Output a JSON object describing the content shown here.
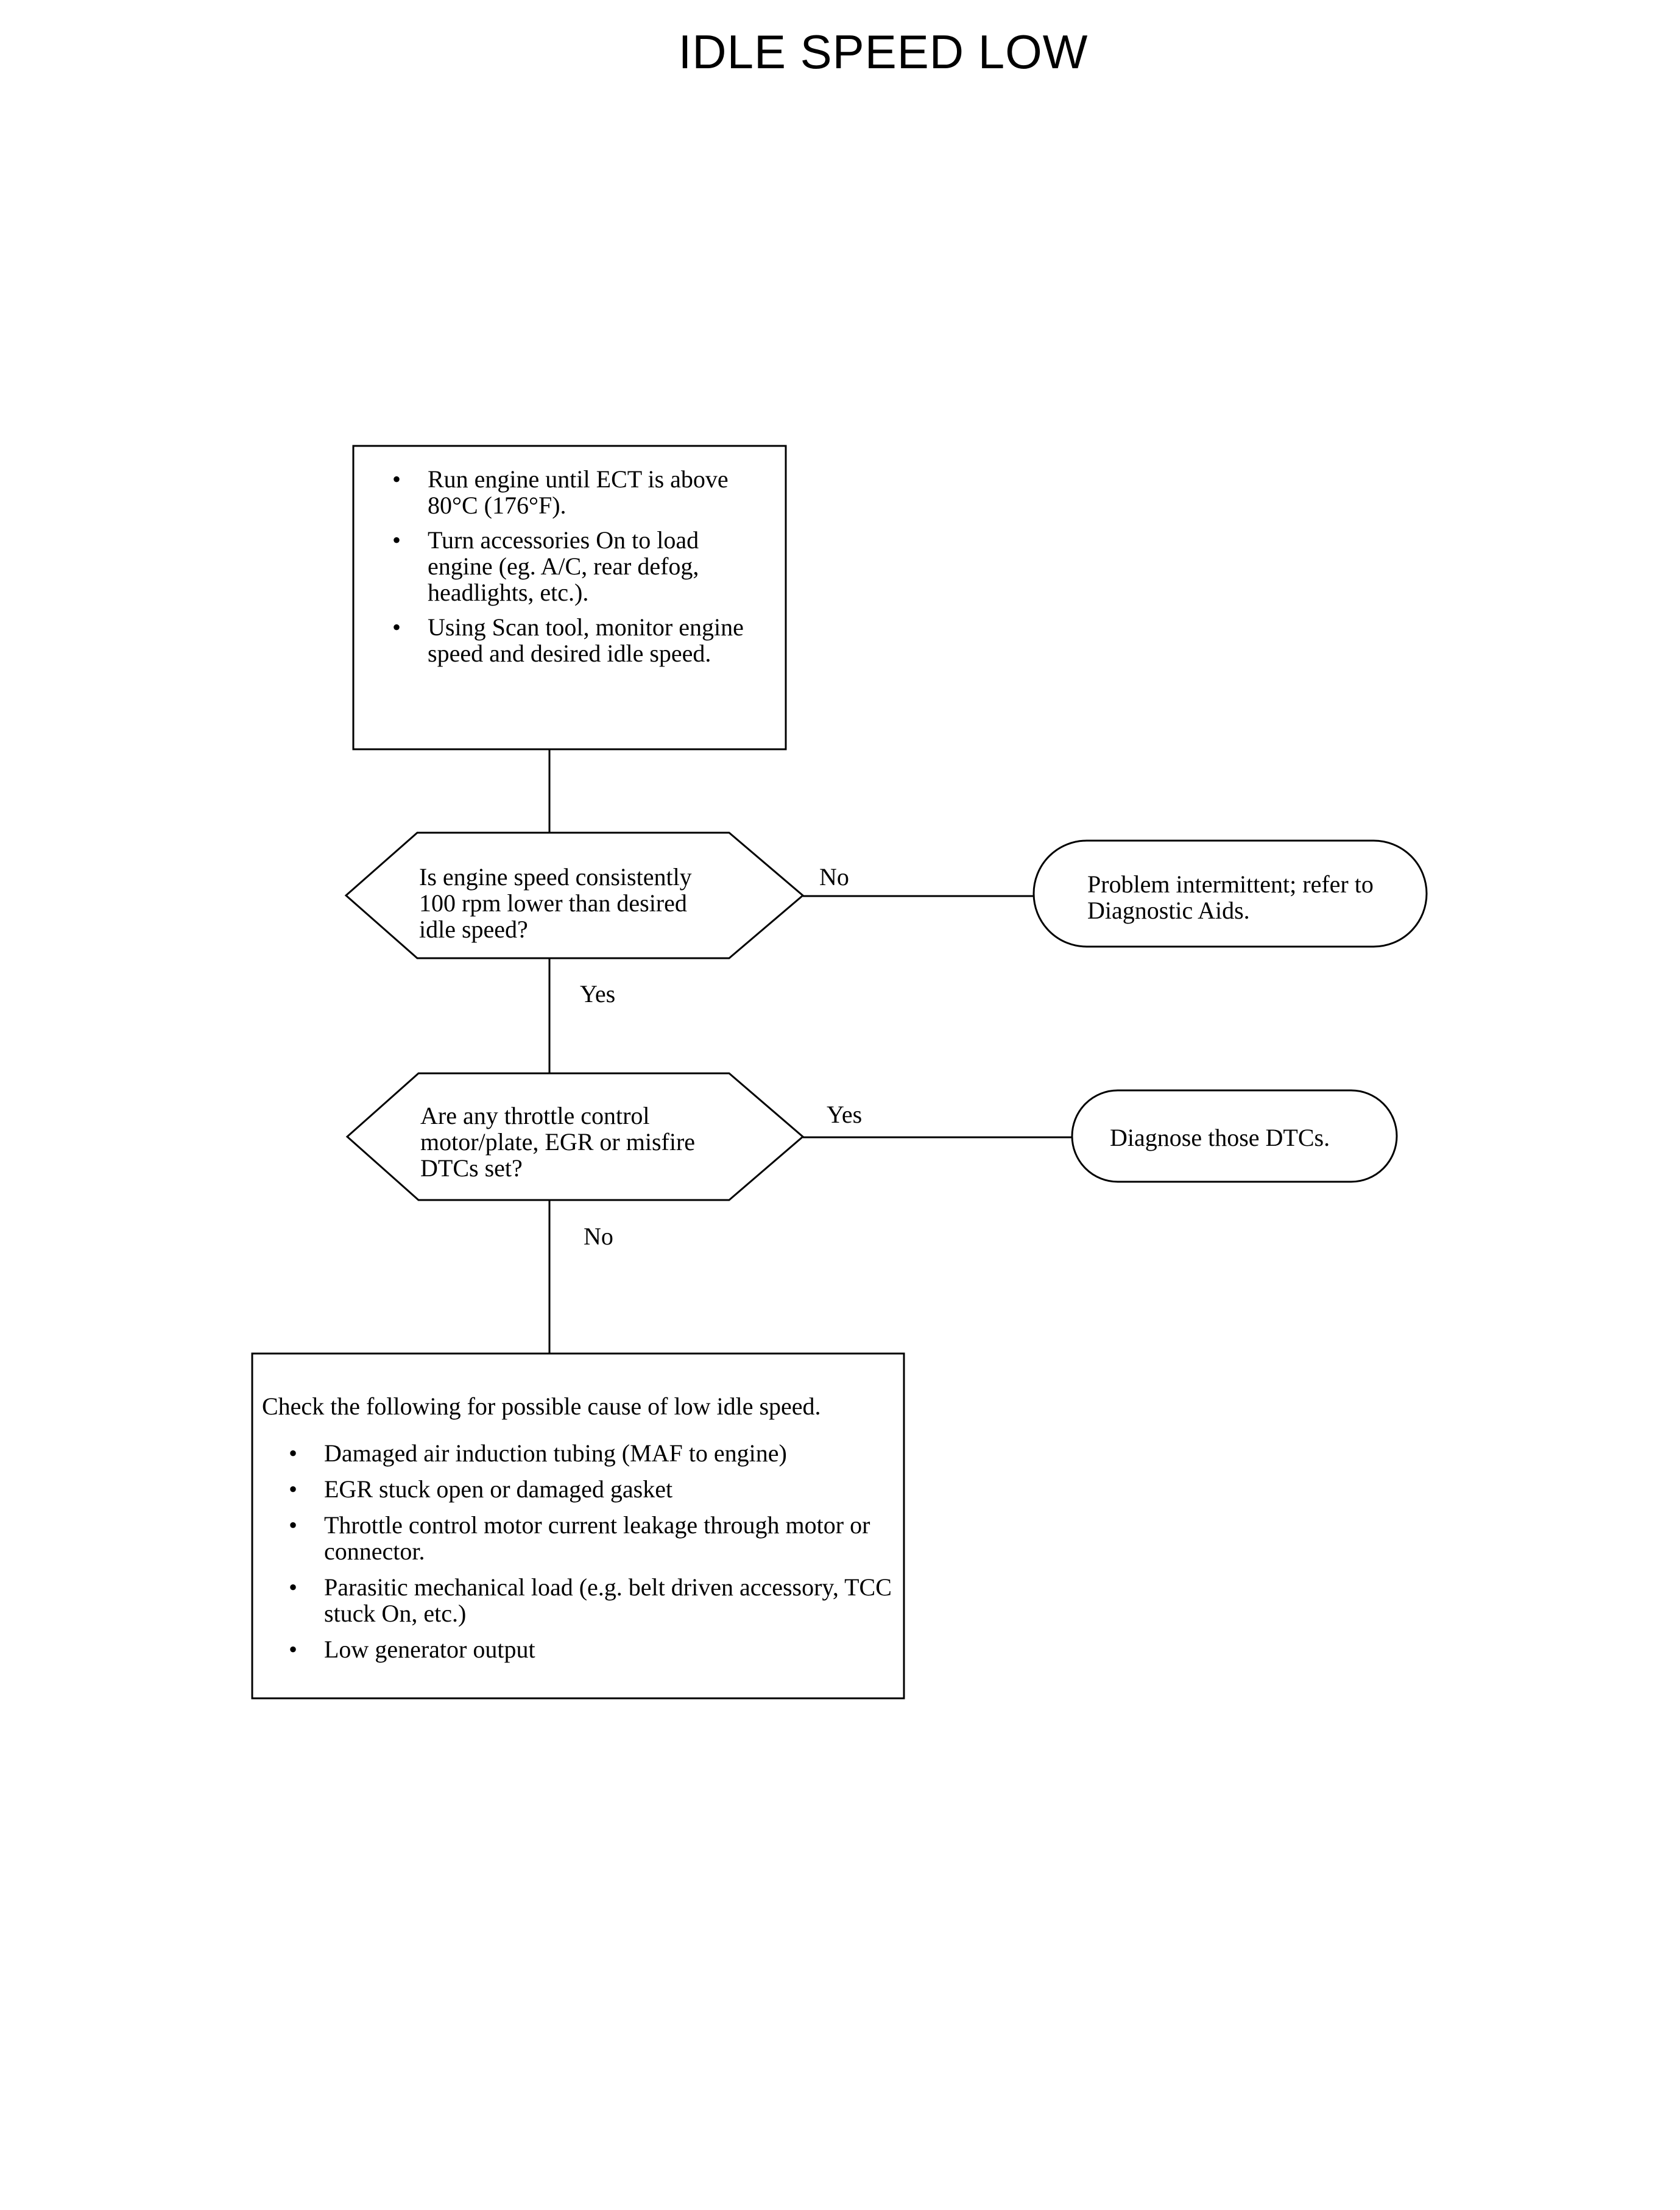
{
  "title": "IDLE SPEED LOW",
  "start_box": {
    "items": [
      "Run engine until ECT is above 80°C (176°F).",
      "Turn accessories On to load engine (eg. A/C, rear defog, headlights, etc.).",
      "Using Scan tool, monitor engine speed and desired idle speed."
    ]
  },
  "decision_1": {
    "text": "Is engine speed consistently 100 rpm lower than desired idle speed?",
    "no_label": "No",
    "yes_label": "Yes"
  },
  "terminal_1": {
    "text": "Problem intermittent; refer to Diagnostic Aids."
  },
  "decision_2": {
    "text": "Are any throttle control motor/plate, EGR or misfire DTCs set?",
    "yes_label": "Yes",
    "no_label": "No"
  },
  "terminal_2": {
    "text": "Diagnose those DTCs."
  },
  "final_box": {
    "intro": "Check the following for possible cause of low idle speed.",
    "items": [
      "Damaged air induction tubing (MAF to engine)",
      "EGR stuck open or damaged gasket",
      "Throttle control motor current leakage through motor or connector.",
      "Parasitic mechanical load (e.g. belt driven accessory, TCC stuck On, etc.)",
      "Low generator output"
    ]
  }
}
